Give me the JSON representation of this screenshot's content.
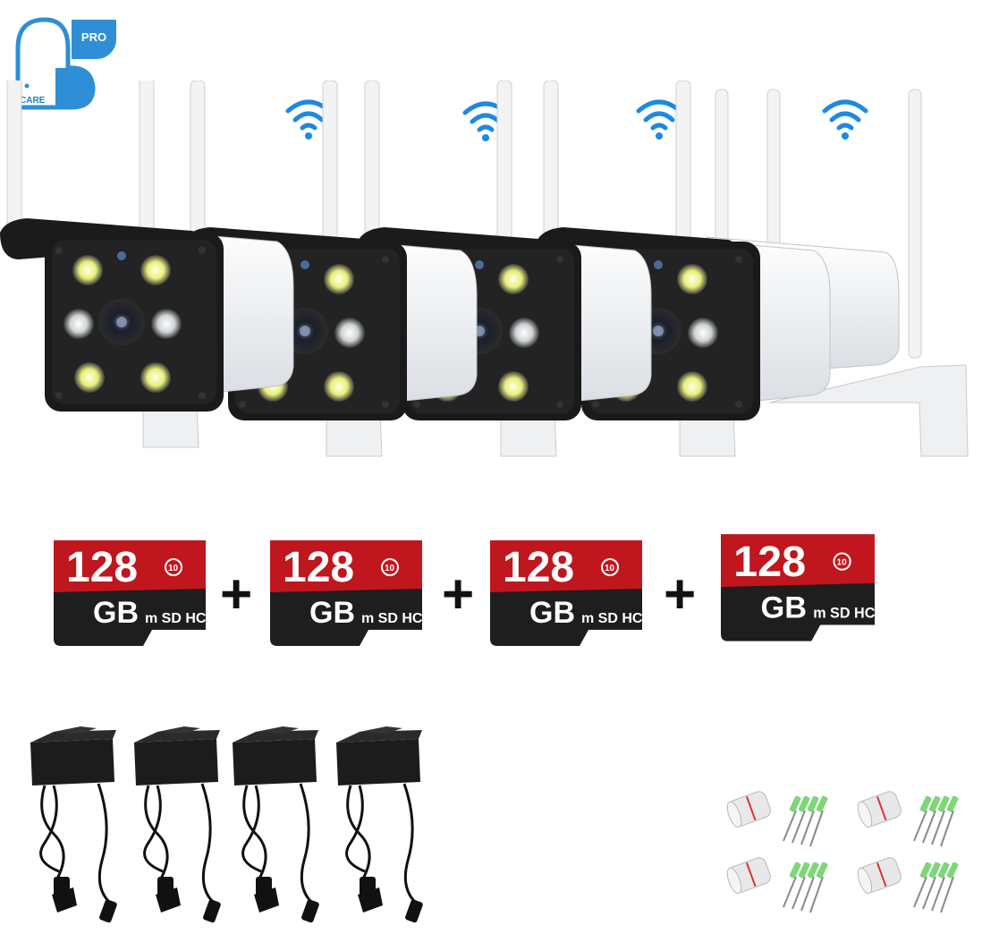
{
  "logo": {
    "badge_text": "PRO",
    "brand_text": "CARE",
    "brand_color": "#2f8fd6"
  },
  "wifi": {
    "count": 4,
    "color": "#1e88e5",
    "icon": "wifi-icon"
  },
  "cameras": {
    "count": 4
  },
  "sd_cards": [
    {
      "capacity": "128",
      "unit": "GB",
      "speed_class": "10"
    },
    {
      "capacity": "128",
      "unit": "GB",
      "speed_class": "10"
    },
    {
      "capacity": "128",
      "unit": "GB",
      "speed_class": "10"
    },
    {
      "capacity": "128",
      "unit": "GB",
      "speed_class": "10"
    }
  ],
  "sd_card_colors": {
    "top": "#c0161d",
    "bottom": "#1e1e1e"
  },
  "plus_sign": "+",
  "sd_logo_text": "m SD HC I",
  "adapters": {
    "count": 4
  },
  "mounting_kits": {
    "count": 4
  }
}
